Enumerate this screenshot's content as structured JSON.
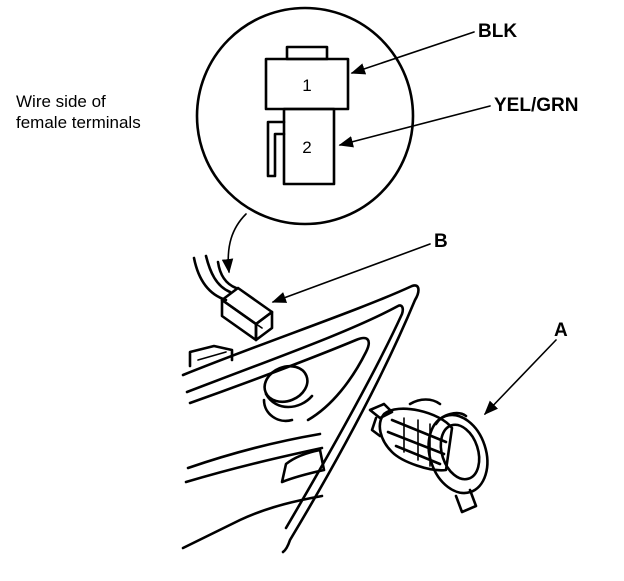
{
  "callout": {
    "caption_line1": "Wire side of",
    "caption_line2": "female terminals",
    "terminal_1": "1",
    "terminal_2": "2"
  },
  "labels": {
    "blk": "BLK",
    "yel_grn": "YEL/GRN",
    "b": "B",
    "a": "A"
  }
}
